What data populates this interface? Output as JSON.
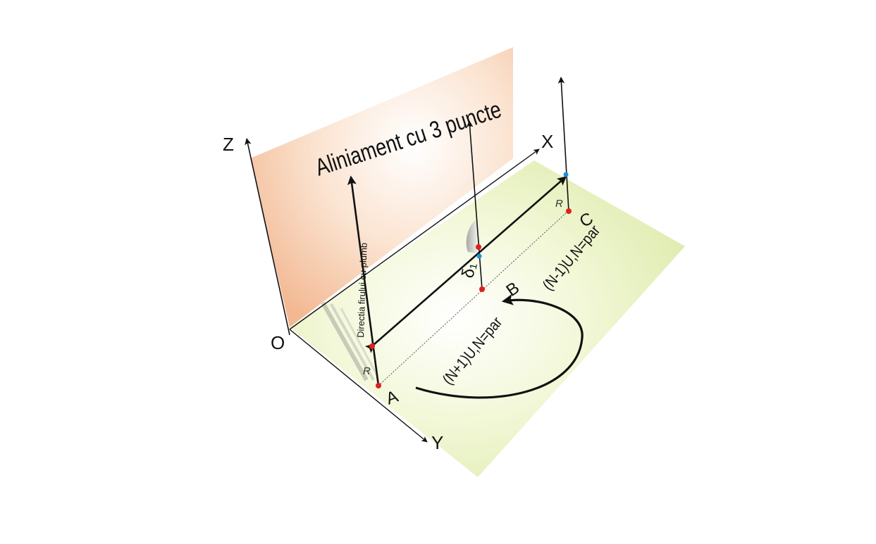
{
  "title": "Aliniament cu 3 puncte",
  "axes": {
    "z": "Z",
    "x": "X",
    "y": "Y",
    "origin": "O"
  },
  "points": {
    "a": "A",
    "b": "B",
    "c": "C"
  },
  "plumb_label": "Directia firului cu plumb",
  "r_label": "R",
  "delta_label": "δ₁",
  "lower_arc_label": "(N+1)U,N=par",
  "upper_arc_label": "(N-1)U,N=par",
  "colors": {
    "vertical_plane": "#f6c9a6",
    "ground_plane": "#e4efb4",
    "red_point": "#e0201c",
    "blue_point": "#1e8fd6",
    "line": "#111111"
  }
}
